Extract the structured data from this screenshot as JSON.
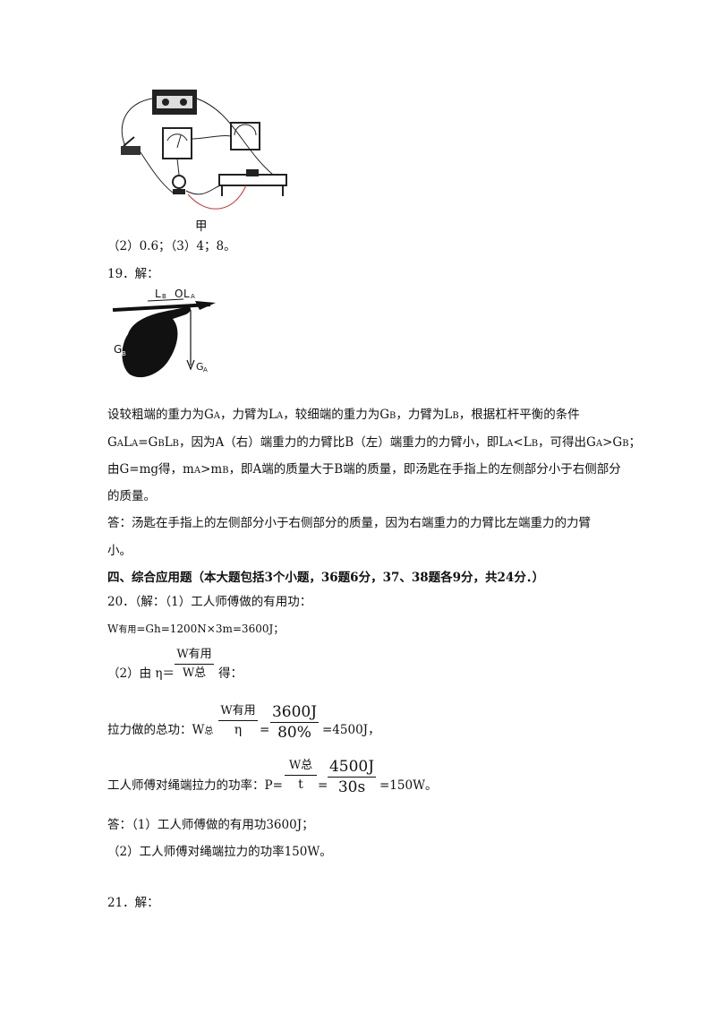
{
  "figure_circuit": {
    "caption": "甲"
  },
  "answer_18": "（2）0.6；（3）4；8。",
  "q19": {
    "heading": "19．解：",
    "figure_labels": {
      "lb": "L",
      "lb_sub": "B",
      "o": "O",
      "la": "L",
      "la_sub": "A",
      "gb": "G",
      "gb_sub": "B",
      "ga": "G",
      "ga_sub": "A"
    },
    "p1": "设较粗端的重力为G",
    "p1_ga": "A",
    "p1_b": "，力臂为L",
    "p1_la": "A",
    "p1_c": "，较细端的重力为G",
    "p1_gb": "B",
    "p1_d": "，力臂为L",
    "p1_lb": "B",
    "p1_e": "，根据杠杆平衡的条件",
    "p2_a": "G",
    "p2_s1": "A",
    "p2_b": "L",
    "p2_s2": "A",
    "p2_c": "=G",
    "p2_s3": "B",
    "p2_d": "L",
    "p2_s4": "B",
    "p2_e": "，因为A（右）端重力的力臂比B（左）端重力的力臂小，即L",
    "p2_s5": "A",
    "p2_f": "<L",
    "p2_s6": "B",
    "p2_g": "，可得出G",
    "p2_s7": "A",
    "p2_h": ">G",
    "p2_s8": "B",
    "p2_i": "；",
    "p3_a": "由G=mg得，m",
    "p3_s1": "A",
    "p3_b": ">m",
    "p3_s2": "B",
    "p3_c": "，即A端的质量大于B端的质量，即汤匙在手指上的左侧部分小于右侧部分",
    "p4": "的质量。",
    "ans1": "答：汤匙在手指上的左侧部分小于右侧部分的质量，因为右端重力的力臂比左端重力的力臂",
    "ans2": "小。"
  },
  "section4": {
    "heading": "四、综合应用题（本大题包括3个小题，36题6分，37、38题各9分，共24分．）"
  },
  "q20": {
    "line1": "20．（解：（1）工人师傅做的有用功：",
    "w_useful_pre": "W",
    "w_useful_sub": "有用",
    "w_useful_eq": "=Gh=1200N×3m=3600J；",
    "part2_pre": "（2）由 η＝",
    "part2_num": "W有用",
    "part2_den": "W总",
    "part2_post": "得：",
    "total_pre": "拉力做的总功：W",
    "total_sub": "总",
    "total_eq": "=",
    "total_frac1_num": "W有用",
    "total_frac1_den": "η",
    "total_eq2": "=",
    "total_frac2_num": "3600J",
    "total_frac2_den": "80%",
    "total_result": "=4500J，",
    "power_pre": "工人师傅对绳端拉力的功率：P=",
    "power_frac1_num": "W总",
    "power_frac1_den": "t",
    "power_eq": "=",
    "power_frac2_num": "4500J",
    "power_frac2_den": "30s",
    "power_result": "=150W。",
    "ans1": "答：（1）工人师傅做的有用功3600J；",
    "ans2": "（2）工人师傅对绳端拉力的功率150W。"
  },
  "q21": {
    "heading": "21．解："
  }
}
